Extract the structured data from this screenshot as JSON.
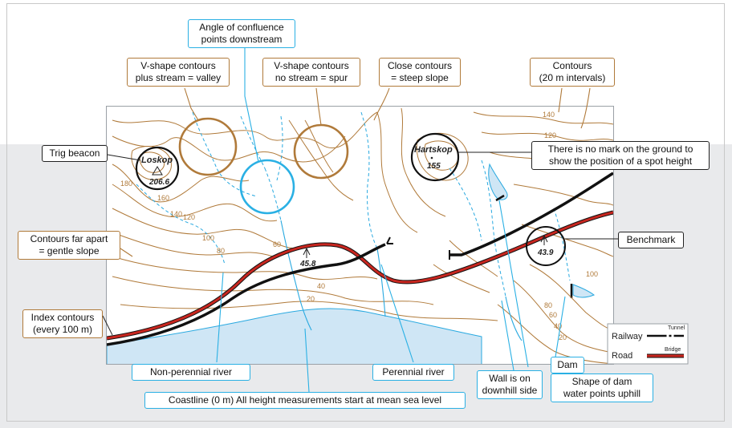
{
  "map": {
    "place_labels": [
      {
        "id": "loskop",
        "name": "Loskop",
        "height": "206.6"
      },
      {
        "id": "hartskop",
        "name": "Hartskop",
        "height": "155"
      }
    ],
    "benchmarks": [
      {
        "id": "bm-458",
        "height": "45.8"
      },
      {
        "id": "bm-439",
        "height": "43.9"
      }
    ],
    "contour_labels": [
      "140",
      "120",
      "180",
      "160",
      "140",
      "120",
      "100",
      "80",
      "60",
      "40",
      "20",
      "80",
      "60",
      "40",
      "20",
      "100"
    ],
    "legend": {
      "railway_label": "Railway",
      "tunnel_label": "Tunnel",
      "road_label": "Road",
      "bridge_label": "Bridge"
    },
    "colors": {
      "contour": "#b07a3a",
      "water": "#29a9e0",
      "sea_fill": "#cfe6f5",
      "road": "#c8261f",
      "railway": "#111111",
      "callout_brown": "#b07a3a",
      "callout_blue": "#2ab0e4",
      "callout_dark": "#222222"
    }
  },
  "callouts": {
    "angle_confluence": {
      "line1": "Angle of confluence",
      "line2": "points downstream"
    },
    "v_shape_stream": {
      "line1": "V-shape contours",
      "line2": "plus stream = valley"
    },
    "v_shape_no_stream": {
      "line1": "V-shape contours",
      "line2": "no stream = spur"
    },
    "close_contours": {
      "line1": "Close contours",
      "line2": "= steep slope"
    },
    "contours_interval": {
      "line1": "Contours",
      "line2": "(20 m intervals)"
    },
    "trig_beacon": {
      "line1": "Trig beacon"
    },
    "spot_height": {
      "line1": "There is no mark on the ground to",
      "line2": "show the position of a spot height"
    },
    "far_apart": {
      "line1": "Contours far apart",
      "line2": "= gentle slope"
    },
    "benchmark": {
      "line1": "Benchmark"
    },
    "index_contours": {
      "line1": "Index contours",
      "line2": "(every 100 m)"
    },
    "non_perennial": {
      "line1": "Non-perennial river"
    },
    "perennial": {
      "line1": "Perennial river"
    },
    "dam": {
      "line1": "Dam"
    },
    "wall": {
      "line1": "Wall is on",
      "line2": "downhill side"
    },
    "dam_shape": {
      "line1": "Shape of dam",
      "line2": "water points uphill"
    },
    "coastline": {
      "line1": "Coastline (0 m)  All height measurements start at mean sea level"
    }
  }
}
